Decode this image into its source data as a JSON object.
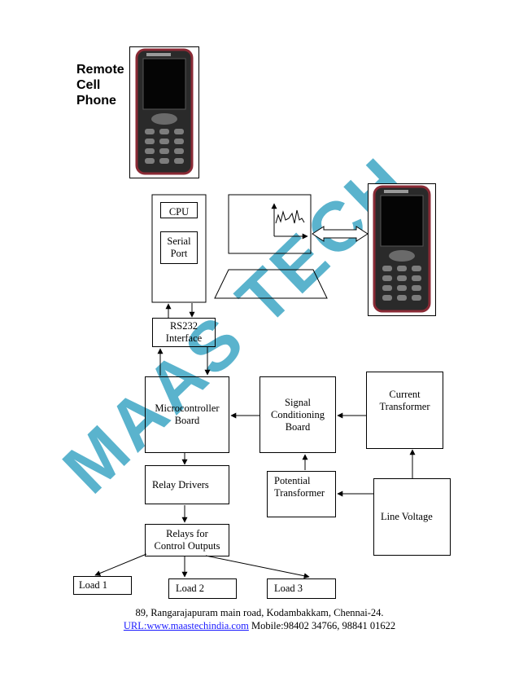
{
  "title": "Remote\nCell\nPhone",
  "watermark": {
    "text": "MAAS TECH",
    "color": "#3da6c4"
  },
  "boxes": {
    "cpu": "CPU",
    "serial_port": "Serial\nPort",
    "rs232": "RS232\nInterface",
    "microcontroller": "Microcontroller\nBoard",
    "signal_conditioning": "Signal\nConditioning\nBoard",
    "current_transformer": "Current\nTransformer",
    "relay_drivers": "Relay Drivers",
    "potential_transformer": "Potential\nTransformer",
    "line_voltage": "Line Voltage",
    "relays": "Relays for\nControl Outputs",
    "load1": "Load 1",
    "load2": "Load 2",
    "load3": "Load 3"
  },
  "footer": {
    "address": "89, Rangarajapuram main road, Kodambakkam, Chennai-24.",
    "url": "URL:www.maastechindia.com",
    "mobile": "Mobile:98402 34766, 98841 01622"
  }
}
